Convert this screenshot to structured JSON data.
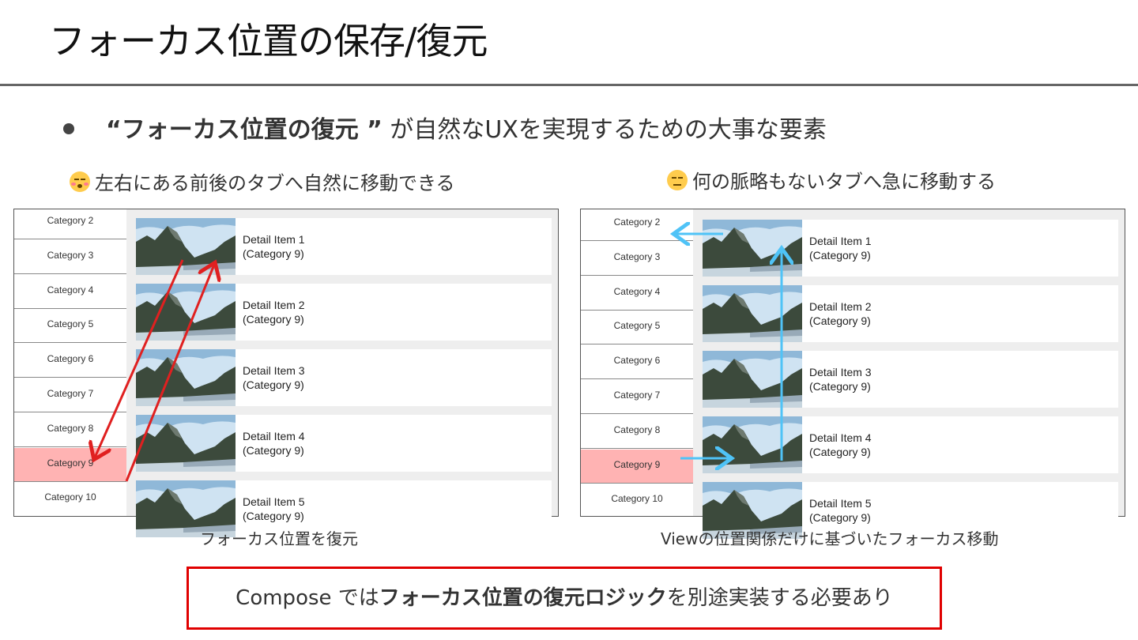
{
  "slide": {
    "title": "フォーカス位置の保存/復元",
    "bullet_bold": "“フォーカス位置の復元 ”",
    "bullet_rest": " が自然なUXを実現するための大事な要素",
    "left_caption": "左右にある前後のタブへ自然に移動できる",
    "right_caption": "何の脈略もないタブへ急に移動する",
    "left_subcaption": "フォーカス位置を復元",
    "right_subcaption": "Viewの位置関係だけに基づいたフォーカス移動",
    "callout_prefix": "Compose では",
    "callout_bold": "フォーカス位置の復元ロジック",
    "callout_suffix": "を別途実装する必要あり"
  },
  "emoji": {
    "left": "kissing-face-icon",
    "right": "unamused-face-icon"
  },
  "categories": [
    "Category 2",
    "Category 3",
    "Category 4",
    "Category 5",
    "Category 6",
    "Category 7",
    "Category 8",
    "Category 9",
    "Category 10"
  ],
  "selected_category": "Category 9",
  "details": [
    {
      "title": "Detail Item 1",
      "sub": "(Category 9)"
    },
    {
      "title": "Detail Item 2",
      "sub": "(Category 9)"
    },
    {
      "title": "Detail Item 3",
      "sub": "(Category 9)"
    },
    {
      "title": "Detail Item 4",
      "sub": "(Category 9)"
    },
    {
      "title": "Detail Item 5",
      "sub": "(Category 9)"
    }
  ],
  "colors": {
    "selected_bg": "#ffb3b3",
    "arrow_red": "#e02020",
    "arrow_blue": "#4fc3f7",
    "callout_border": "#e00000"
  }
}
